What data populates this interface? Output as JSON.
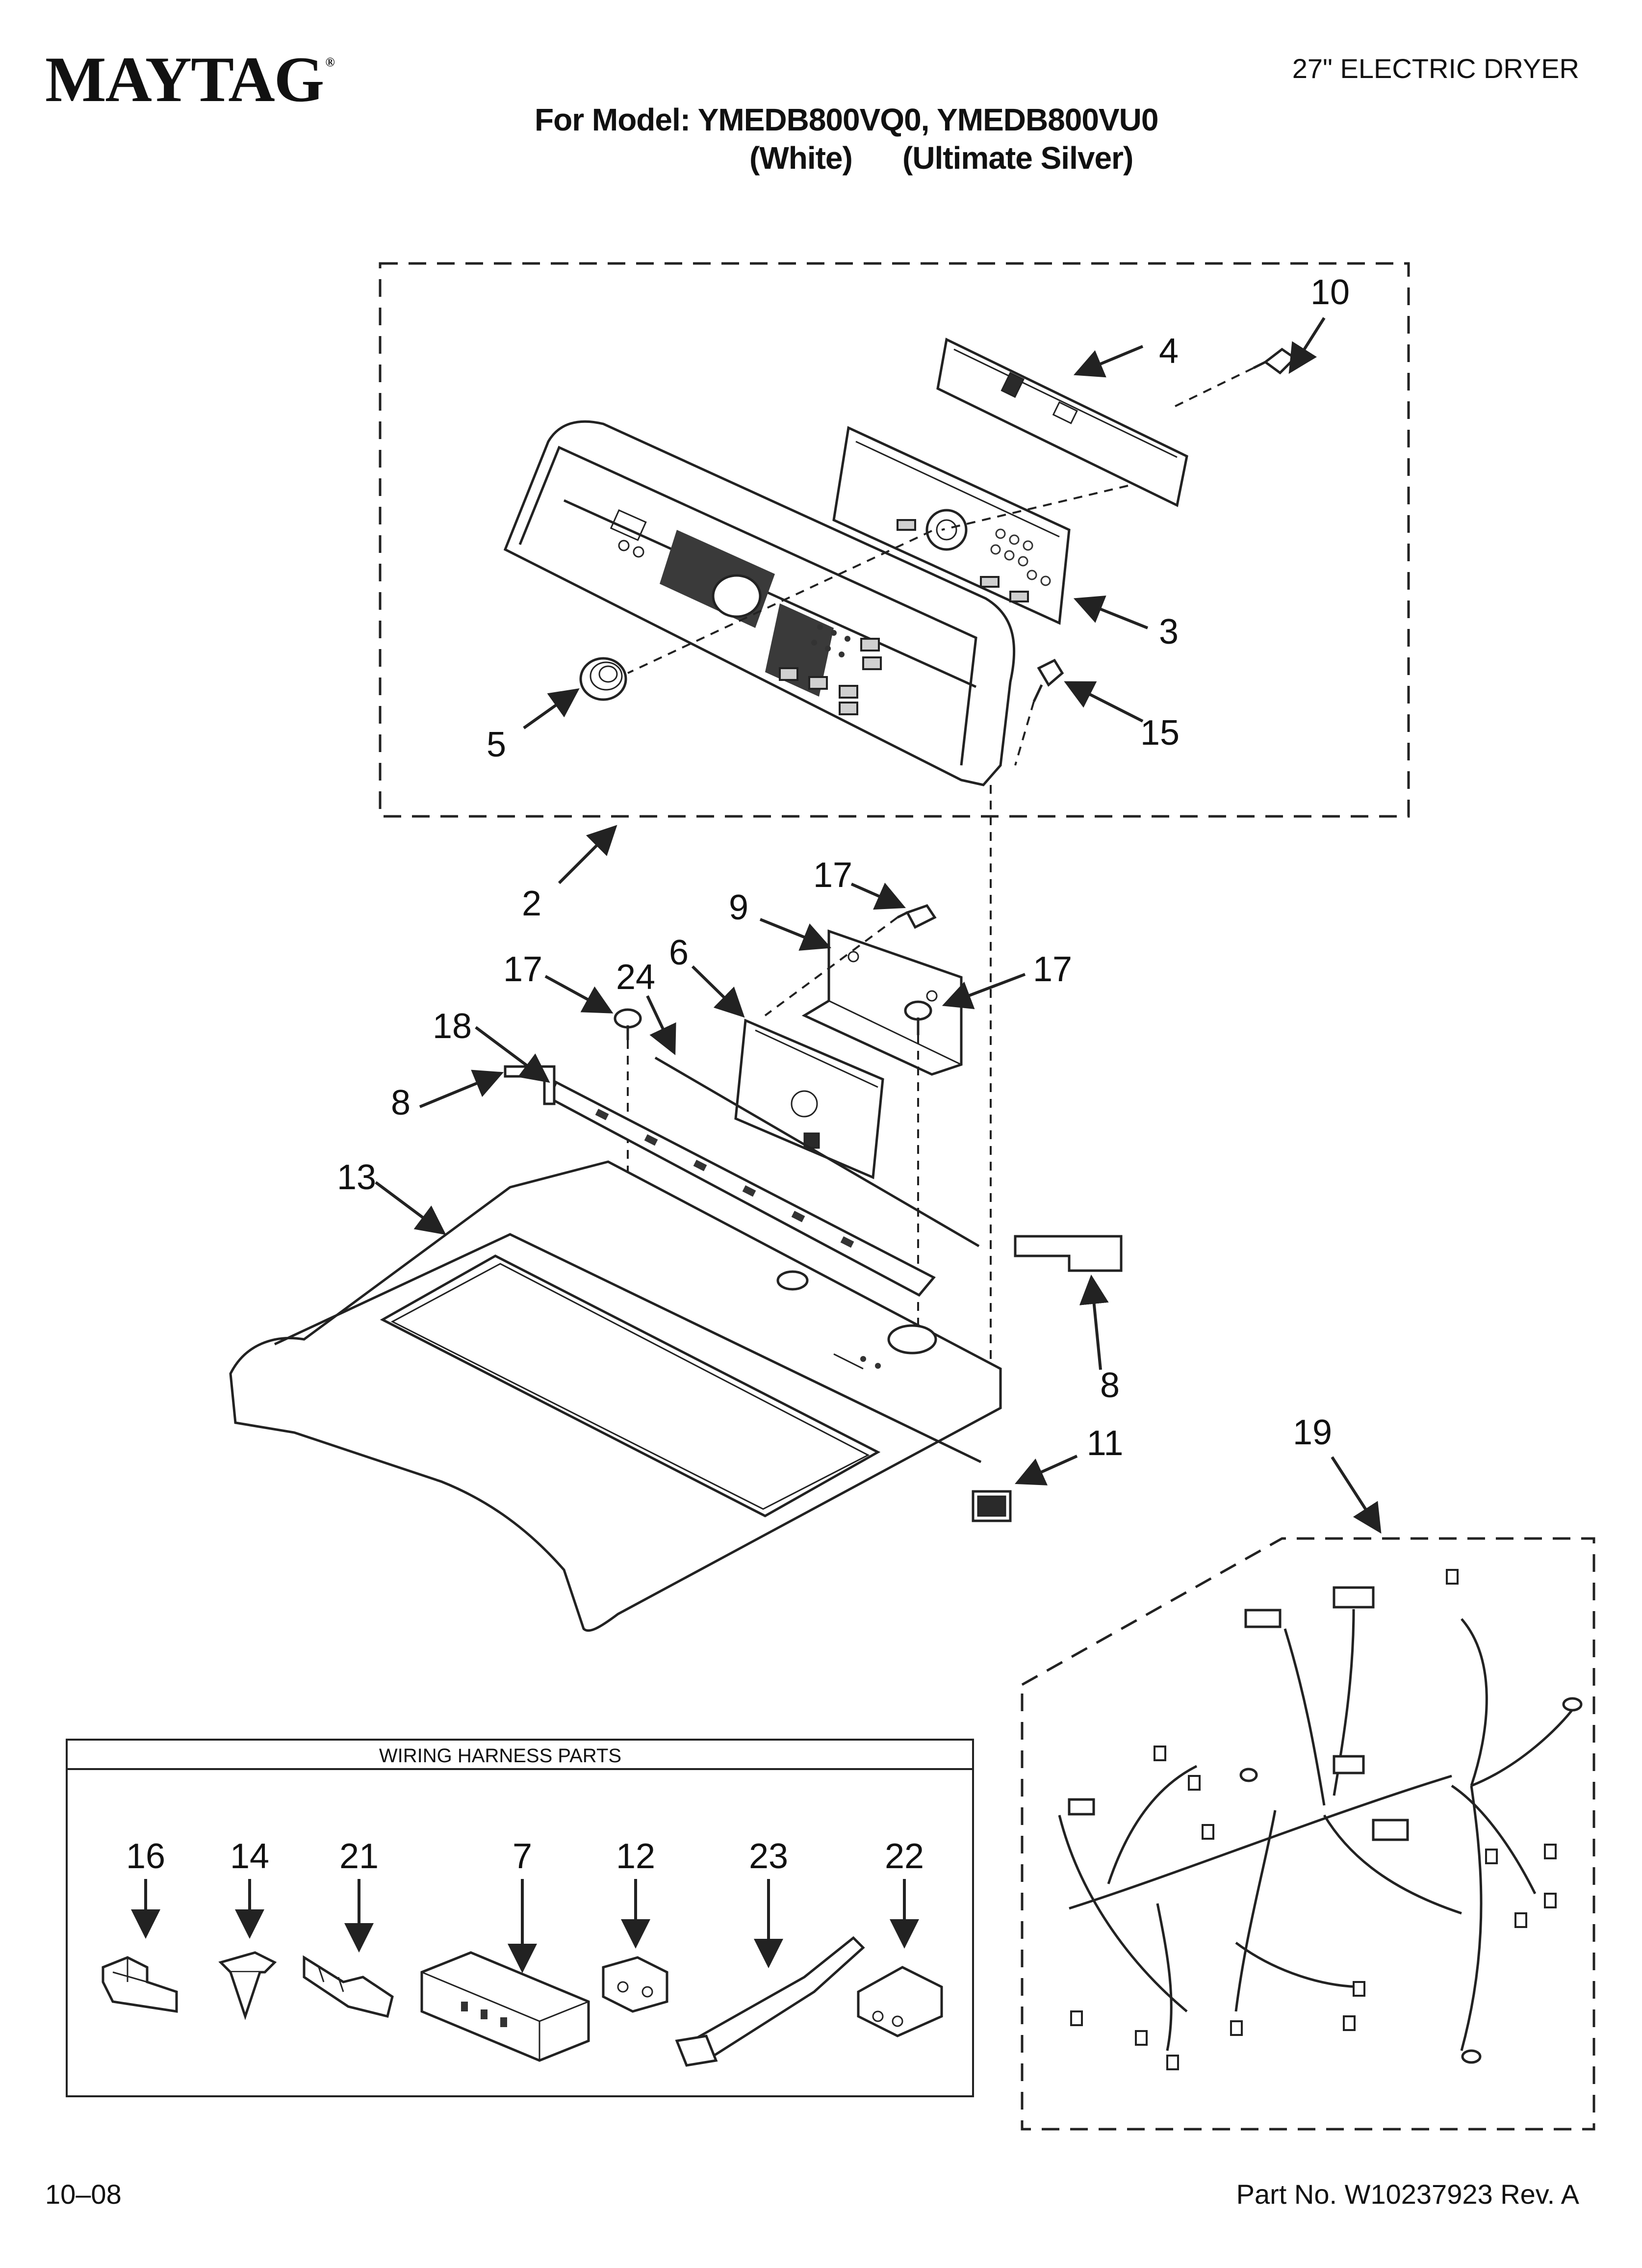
{
  "header": {
    "brand": "MAYTAG",
    "brand_mark": "®",
    "document_type": "27\" ELECTRIC DRYER",
    "model_line": "For Model: YMEDB800VQ0, YMEDB800VU0",
    "variants": [
      "(White)",
      "(Ultimate Silver)"
    ]
  },
  "diagram": {
    "callouts": {
      "c10": "10",
      "c4": "4",
      "c3": "3",
      "c15": "15",
      "c5": "5",
      "c2": "2",
      "c17a": "17",
      "c9": "9",
      "c17b": "17",
      "c24": "24",
      "c6": "6",
      "c17c": "17",
      "c18": "18",
      "c8a": "8",
      "c13": "13",
      "c8b": "8",
      "c11": "11",
      "c19": "19"
    },
    "wiring_box": {
      "title": "WIRING HARNESS PARTS",
      "items": [
        "16",
        "14",
        "21",
        "7",
        "12",
        "23",
        "22"
      ]
    }
  },
  "footer": {
    "date_code": "10–08",
    "part_number": "Part No. W10237923 Rev. A"
  }
}
